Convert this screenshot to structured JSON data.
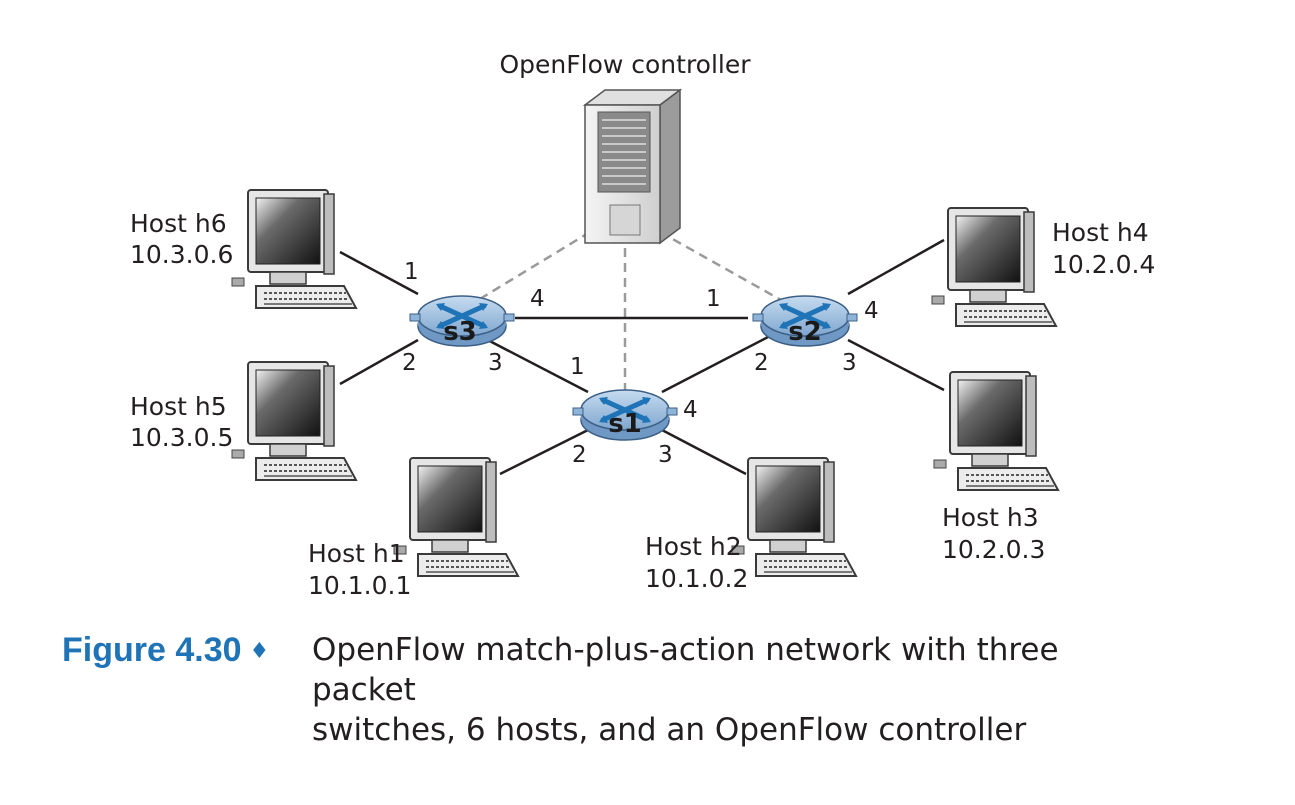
{
  "diagram": {
    "controller_label": "OpenFlow controller",
    "switches": [
      {
        "id": "s1",
        "label": "s1"
      },
      {
        "id": "s2",
        "label": "s2"
      },
      {
        "id": "s3",
        "label": "s3"
      }
    ],
    "hosts": [
      {
        "id": "h1",
        "name": "Host h1",
        "ip": "10.1.0.1"
      },
      {
        "id": "h2",
        "name": "Host h2",
        "ip": "10.1.0.2"
      },
      {
        "id": "h3",
        "name": "Host h3",
        "ip": "10.2.0.3"
      },
      {
        "id": "h4",
        "name": "Host h4",
        "ip": "10.2.0.4"
      },
      {
        "id": "h5",
        "name": "Host h5",
        "ip": "10.3.0.5"
      },
      {
        "id": "h6",
        "name": "Host h6",
        "ip": "10.3.0.6"
      }
    ],
    "ports": {
      "s3_h6": "1",
      "s3_h5": "2",
      "s3_s1": "3",
      "s3_s2": "4",
      "s2_s3": "1",
      "s2_s1": "2",
      "s2_h3": "3",
      "s2_h4": "4",
      "s1_s3": "1",
      "s1_h1": "2",
      "s1_h2": "3",
      "s1_s2": "4"
    },
    "colors": {
      "switch_fill": "#8fb4d9",
      "switch_top": "#b9d3ec",
      "switch_arrows": "#1f73b7",
      "link": "#231f20",
      "control_link": "#9a9a9a",
      "caption_accent": "#1f73b7"
    }
  },
  "caption": {
    "figure_number": "Figure 4.30",
    "separator": "♦",
    "text_line1": "OpenFlow match-plus-action network with three packet",
    "text_line2": "switches, 6 hosts, and an OpenFlow controller"
  }
}
